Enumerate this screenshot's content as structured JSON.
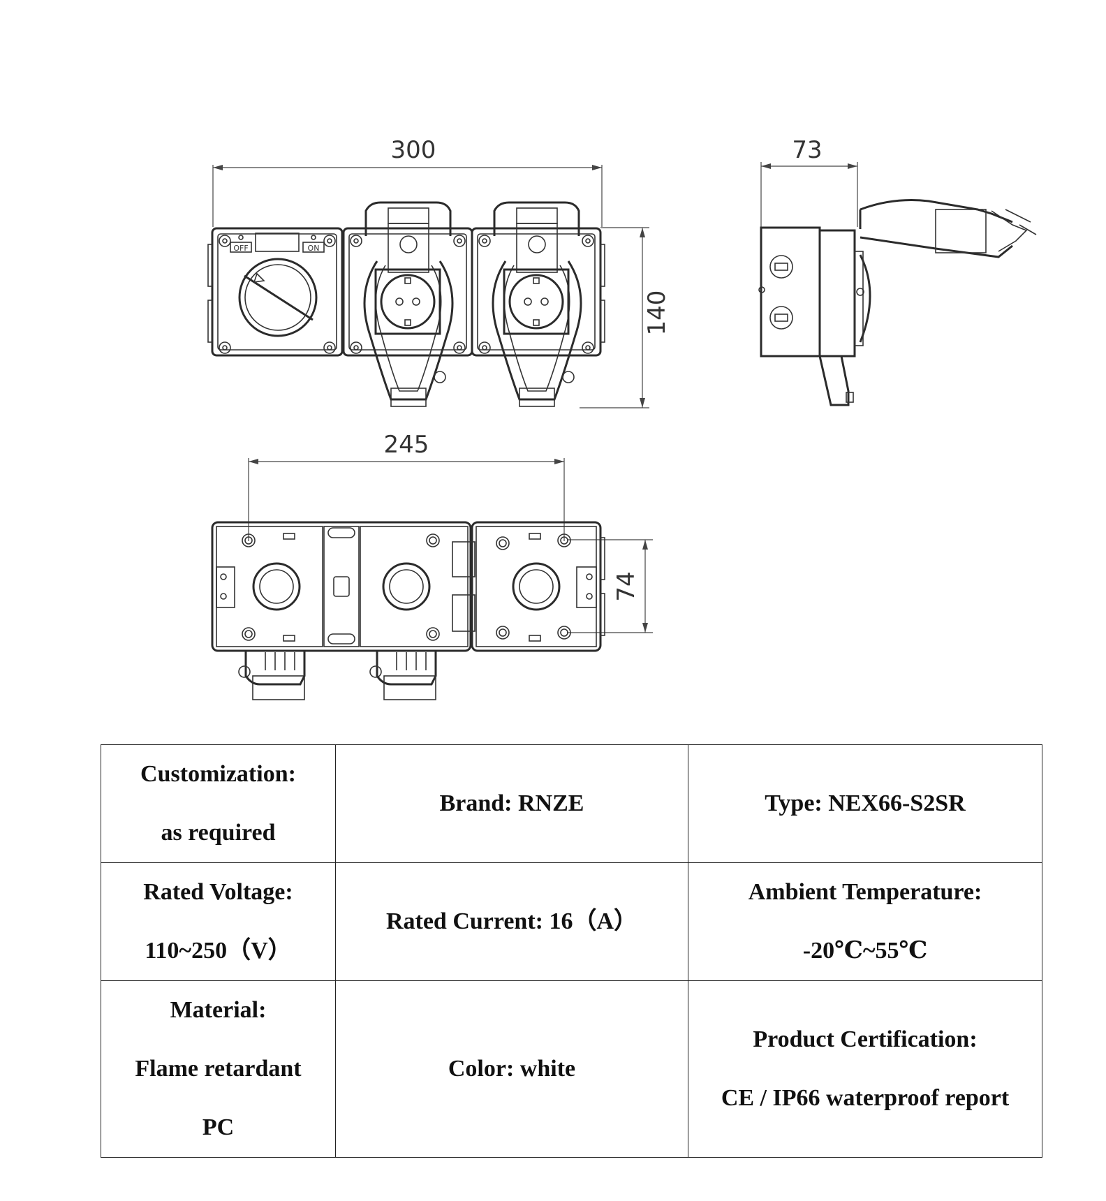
{
  "dimensions": {
    "width_front": "300",
    "height_front": "140",
    "depth_side": "73",
    "width_back": "245",
    "height_back": "74"
  },
  "switch_labels": {
    "off": "OFF",
    "on": "ON"
  },
  "spec_table": {
    "customization_label": "Customization:",
    "customization_value": "as required",
    "brand": "Brand:  RNZE",
    "type": "Type:  NEX66-S2SR",
    "voltage_label": "Rated Voltage:",
    "voltage_value": "110~250（V）",
    "current": "Rated Current:  16（A）",
    "temperature_label": "Ambient Temperature:",
    "temperature_value": "-20℃~55℃",
    "material_label": "Material:",
    "material_value_1": "Flame retardant",
    "material_value_2": "PC",
    "color": "Color: white",
    "certification_label": "Product Certification:",
    "certification_value": "CE / IP66 waterproof report"
  },
  "colors": {
    "line": "#2b2b2b",
    "text": "#111111",
    "background": "#ffffff"
  }
}
